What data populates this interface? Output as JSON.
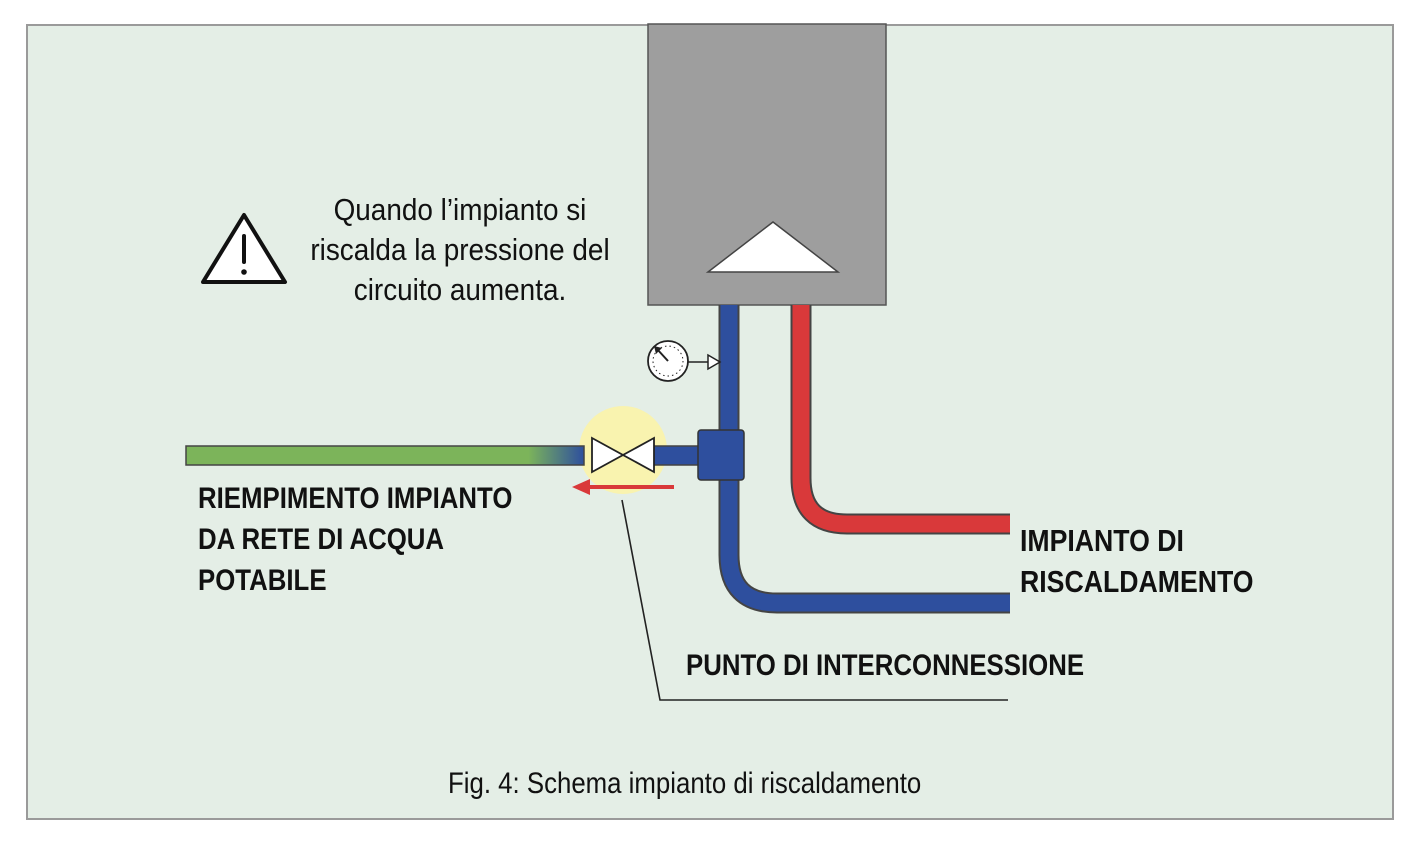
{
  "warning": {
    "icon": "warning-triangle-icon",
    "text": "Quando l’impianto si riscalda la pressione del circuito aumenta."
  },
  "labels": {
    "filling": "RIEMPIMENTO IMPIANTO DA RETE DI ACQUA POTABILE",
    "heating_system": "IMPIANTO DI RISCALDAMENTO",
    "interconnection_point": "PUNTO DI INTERCONNESSIONE"
  },
  "caption": "Fig. 4: Schema impianto di riscaldamento",
  "icons": {
    "boiler_symbol": "boiler-triangle-icon",
    "gauge": "pressure-gauge-icon",
    "valve": "valve-icon",
    "flow_arrow": "flow-arrow-icon"
  },
  "colors": {
    "background": "#e4eee6",
    "boiler": "#9e9e9e",
    "return_pipe": "#2e4f9e",
    "flow_pipe": "#d9393a",
    "water_supply_pipe": "#7cb45a",
    "highlight": "#fbf3a8",
    "arrow": "#d9393a"
  }
}
